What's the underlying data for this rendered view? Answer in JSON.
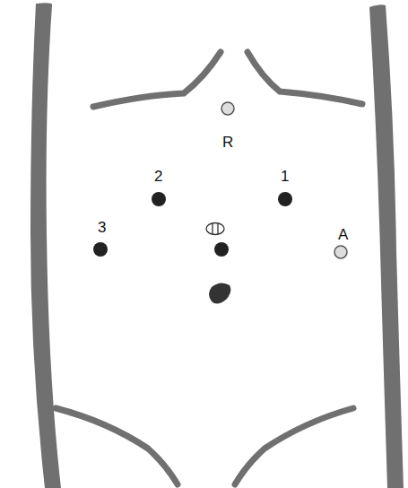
{
  "diagram": {
    "labels": [
      "R",
      "2",
      "1",
      "3",
      "A"
    ]
  }
}
